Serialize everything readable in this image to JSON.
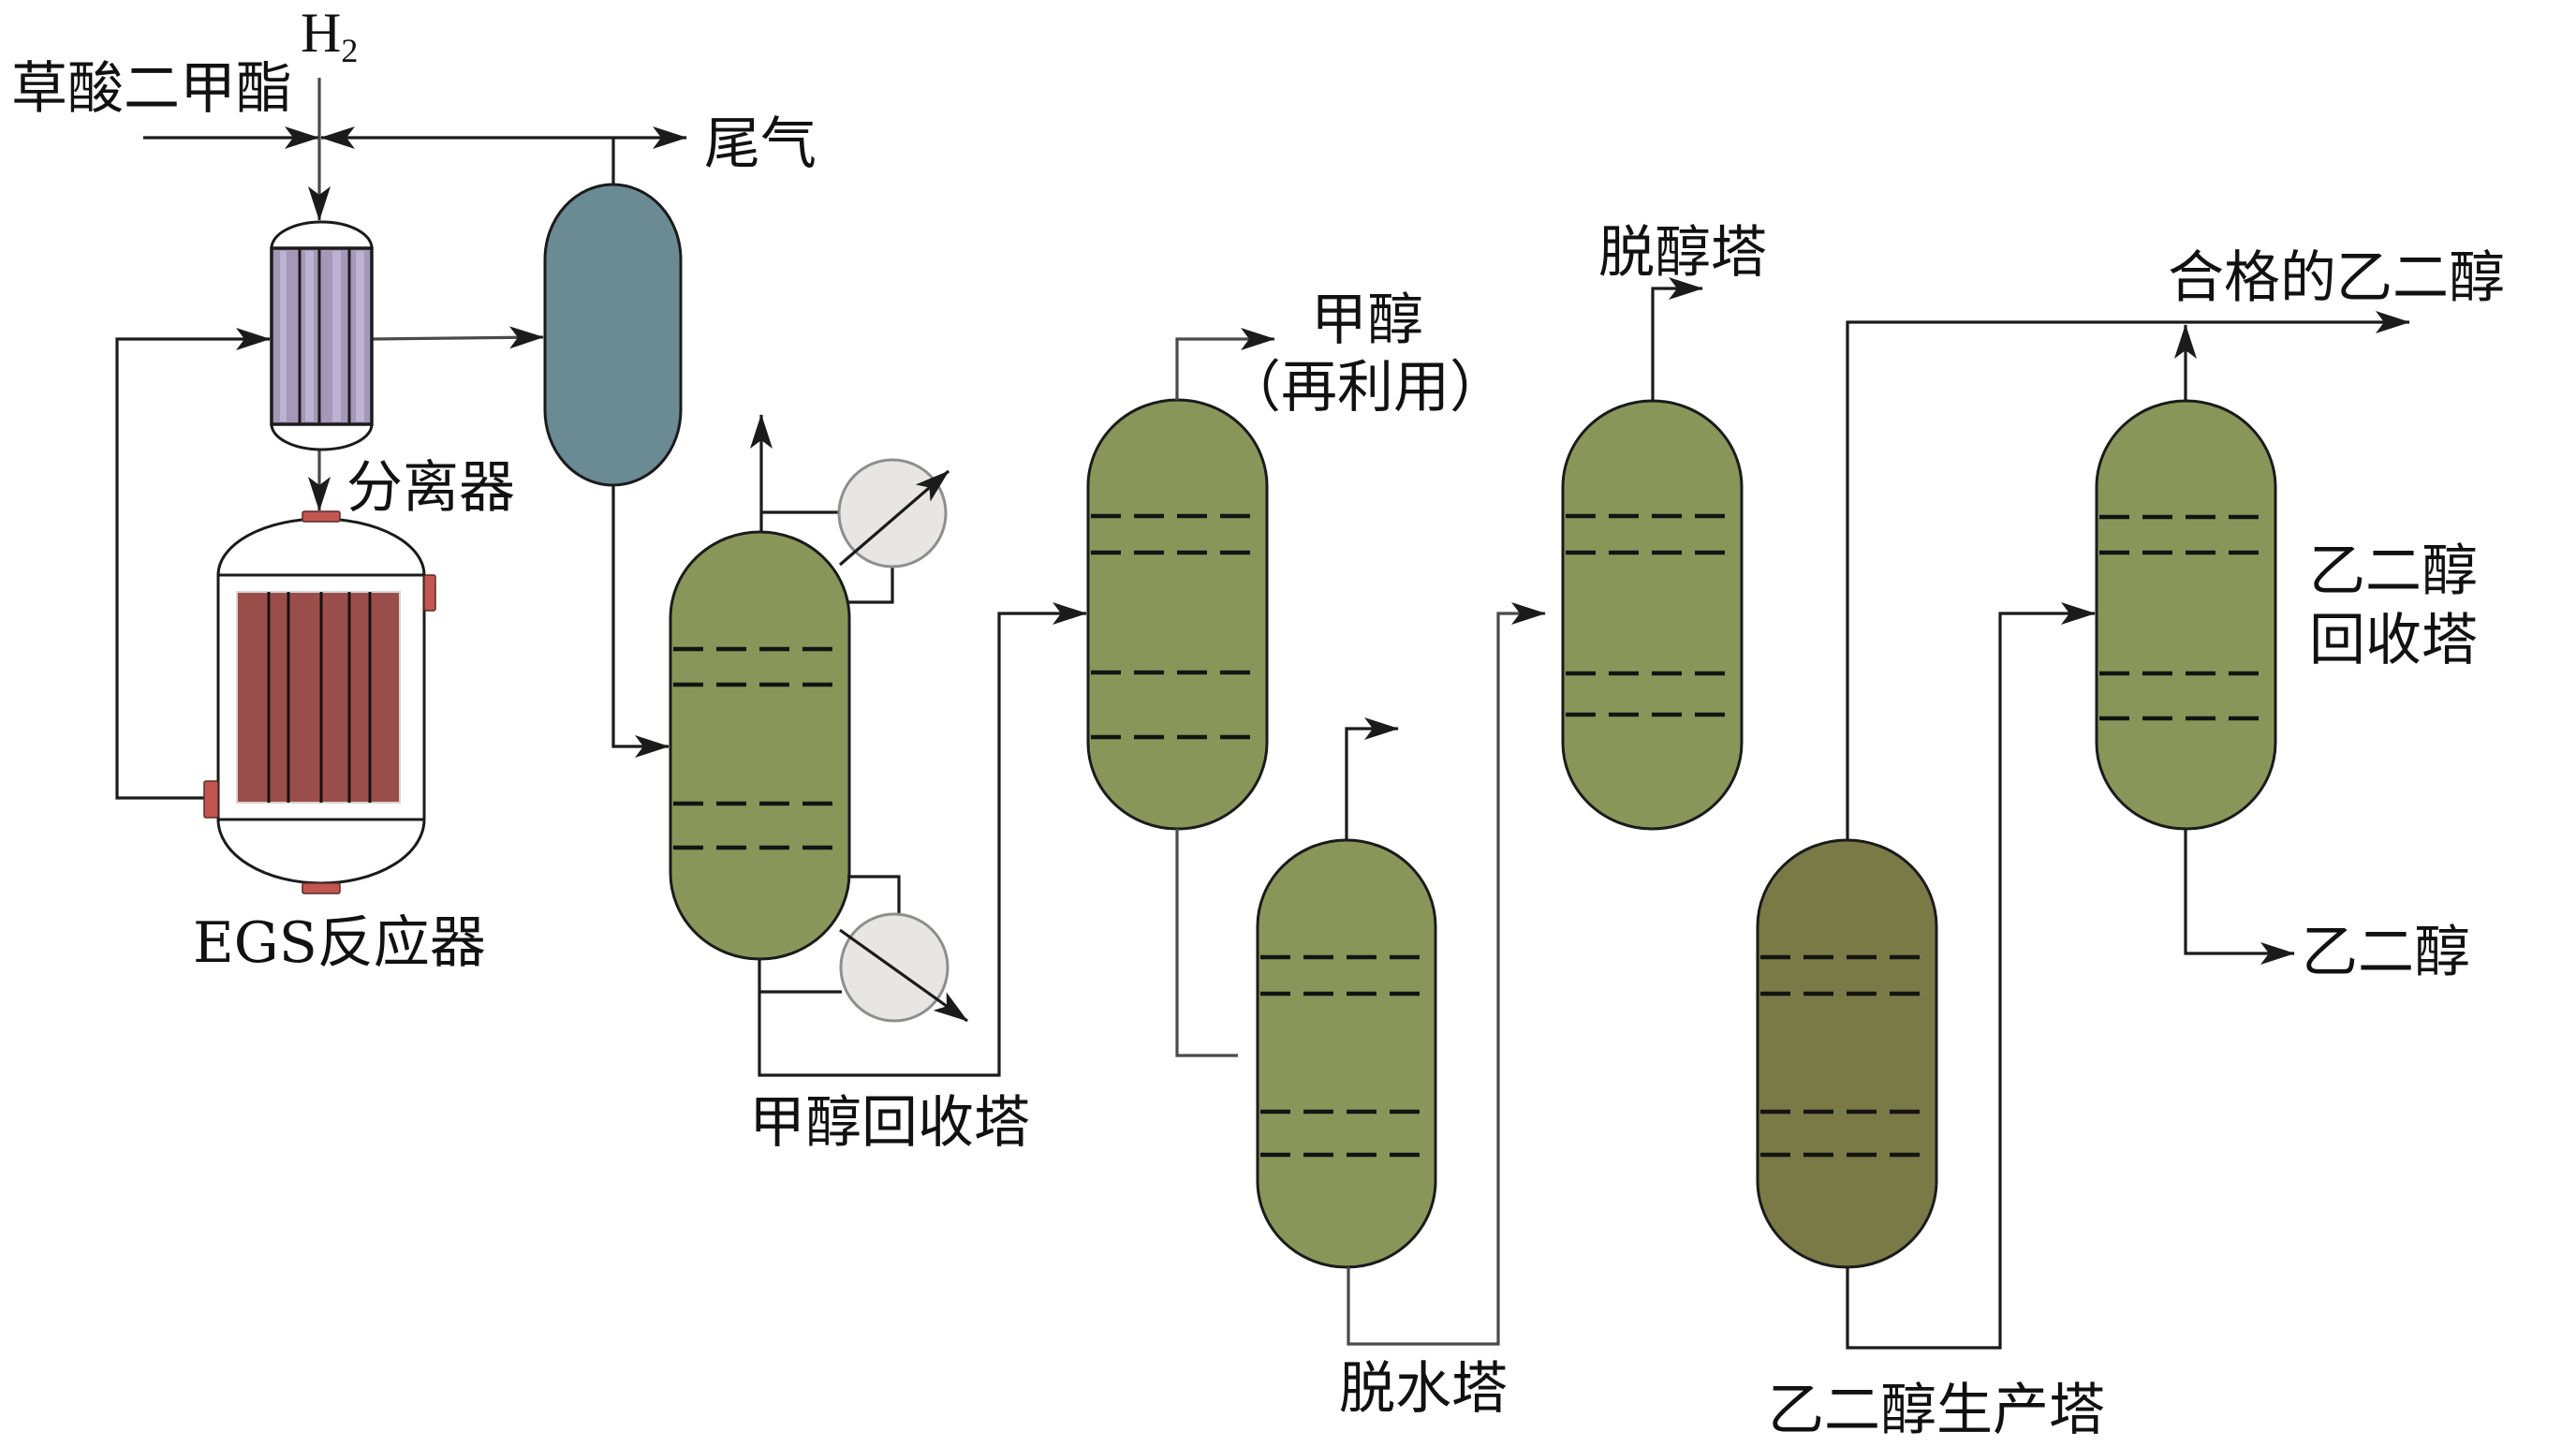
{
  "figure": {
    "labels": {
      "dimethyl_oxalate": "草酸二甲酯",
      "hydrogen": {
        "symbol": "H",
        "subscript": "2"
      },
      "tail_gas": "尾气",
      "separator": "分离器",
      "reactor": "EGS反应器",
      "methanol_recovery_tower": "甲醇回收塔",
      "methanol": "甲醇",
      "methanol_note": "（再利用）",
      "dealcoholization_tower": "脱醇塔",
      "dehydration_tower": "脱水塔",
      "qualified_eg": "合格的乙二醇",
      "eg_recovery_tower": [
        "乙二醇",
        "回收塔"
      ],
      "eg_product": "乙二醇",
      "eg_production_tower": "乙二醇生产塔"
    }
  },
  "colors": {
    "background": "#ffffff",
    "line": "#1b1b1b",
    "line-gray": "#4a4a4a",
    "text": "#111111",
    "col": "#8a9659",
    "col-dark": "#7a7a47",
    "sep": "#6a8a94",
    "hx": "#a497b7",
    "hx-stripe": "#bcb2d2",
    "cat": "#9a4e4a",
    "nozzle": "#c2564f",
    "heat": "#e8e6e4",
    "heat-stroke": "#8e8e8e"
  }
}
